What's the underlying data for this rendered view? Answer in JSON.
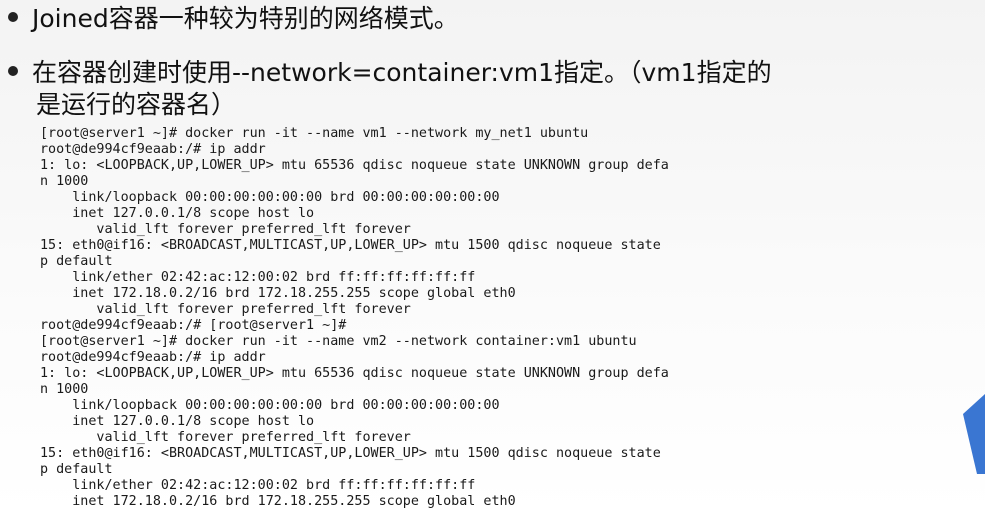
{
  "bullets": [
    {
      "text": "Joined容器一种较为特别的网络模式。"
    },
    {
      "text": "在容器创建时使用--network=container:vm1指定。（vm1指定的",
      "continuation": "是运行的容器名）"
    }
  ],
  "terminal_lines": [
    "[root@server1 ~]# docker run -it --name vm1 --network my_net1 ubuntu",
    "root@de994cf9eaab:/# ip addr",
    "1: lo: <LOOPBACK,UP,LOWER_UP> mtu 65536 qdisc noqueue state UNKNOWN group defa",
    "n 1000",
    "    link/loopback 00:00:00:00:00:00 brd 00:00:00:00:00:00",
    "    inet 127.0.0.1/8 scope host lo",
    "       valid_lft forever preferred_lft forever",
    "15: eth0@if16: <BROADCAST,MULTICAST,UP,LOWER_UP> mtu 1500 qdisc noqueue state",
    "p default",
    "    link/ether 02:42:ac:12:00:02 brd ff:ff:ff:ff:ff:ff",
    "    inet 172.18.0.2/16 brd 172.18.255.255 scope global eth0",
    "       valid_lft forever preferred_lft forever",
    "root@de994cf9eaab:/# [root@server1 ~]#",
    "[root@server1 ~]# docker run -it --name vm2 --network container:vm1 ubuntu",
    "root@de994cf9eaab:/# ip addr",
    "1: lo: <LOOPBACK,UP,LOWER_UP> mtu 65536 qdisc noqueue state UNKNOWN group defa",
    "n 1000",
    "    link/loopback 00:00:00:00:00:00 brd 00:00:00:00:00:00",
    "    inet 127.0.0.1/8 scope host lo",
    "       valid_lft forever preferred_lft forever",
    "15: eth0@if16: <BROADCAST,MULTICAST,UP,LOWER_UP> mtu 1500 qdisc noqueue state",
    "p default",
    "    link/ether 02:42:ac:12:00:02 brd ff:ff:ff:ff:ff:ff",
    "    inet 172.18.0.2/16 brd 172.18.255.255 scope global eth0"
  ],
  "colors": {
    "text": "#111111",
    "accent": "#2f6fd0"
  }
}
